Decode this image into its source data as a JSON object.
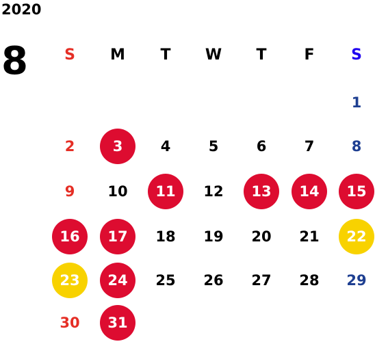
{
  "year": "2020",
  "month": "8",
  "weekdays": [
    "S",
    "M",
    "T",
    "W",
    "T",
    "F",
    "S"
  ],
  "colors": {
    "sunday": "#e52e25",
    "saturday": "#1e3f91",
    "saturday_header": "#1f00f0",
    "holiday_red": "#dd0c30",
    "holiday_yellow": "#f8d200"
  },
  "weeks": [
    [
      null,
      null,
      null,
      null,
      null,
      null,
      {
        "d": "1",
        "style": "blue-text"
      }
    ],
    [
      {
        "d": "2",
        "style": "red-text"
      },
      {
        "d": "3",
        "style": "red-circle"
      },
      {
        "d": "4"
      },
      {
        "d": "5"
      },
      {
        "d": "6"
      },
      {
        "d": "7"
      },
      {
        "d": "8",
        "style": "blue-text"
      }
    ],
    [
      {
        "d": "9",
        "style": "red-text"
      },
      {
        "d": "10"
      },
      {
        "d": "11",
        "style": "red-circle"
      },
      {
        "d": "12"
      },
      {
        "d": "13",
        "style": "red-circle"
      },
      {
        "d": "14",
        "style": "red-circle"
      },
      {
        "d": "15",
        "style": "red-circle"
      }
    ],
    [
      {
        "d": "16",
        "style": "red-circle"
      },
      {
        "d": "17",
        "style": "red-circle"
      },
      {
        "d": "18"
      },
      {
        "d": "19"
      },
      {
        "d": "20"
      },
      {
        "d": "21"
      },
      {
        "d": "22",
        "style": "yellow-circle"
      }
    ],
    [
      {
        "d": "23",
        "style": "yellow-circle"
      },
      {
        "d": "24",
        "style": "red-circle"
      },
      {
        "d": "25"
      },
      {
        "d": "26"
      },
      {
        "d": "27"
      },
      {
        "d": "28"
      },
      {
        "d": "29",
        "style": "blue-text"
      }
    ],
    [
      {
        "d": "30",
        "style": "red-text"
      },
      {
        "d": "31",
        "style": "red-circle"
      },
      null,
      null,
      null,
      null,
      null
    ]
  ]
}
